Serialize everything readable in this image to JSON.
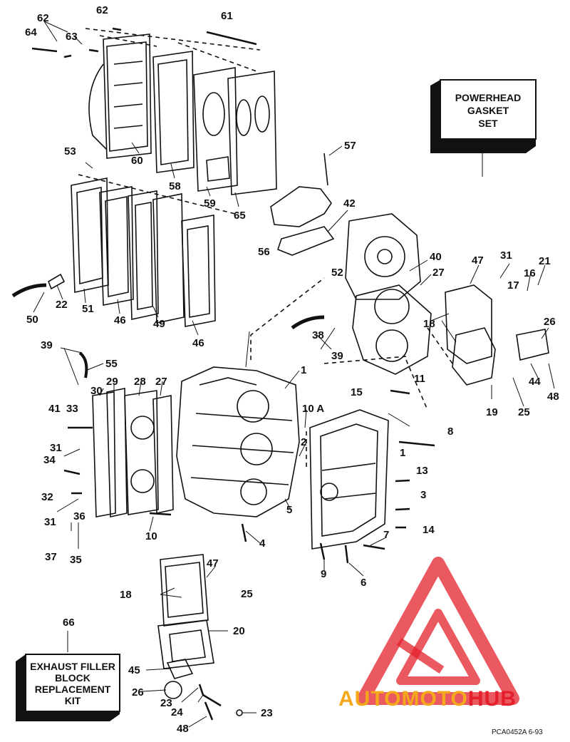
{
  "diagram": {
    "callouts": [
      "62",
      "62",
      "64",
      "63",
      "61",
      "60",
      "58",
      "59",
      "65",
      "53",
      "57",
      "42",
      "56",
      "40",
      "27",
      "52",
      "50",
      "22",
      "51",
      "46",
      "49",
      "46",
      "47",
      "31",
      "16",
      "21",
      "17",
      "26",
      "18",
      "44",
      "48",
      "19",
      "25",
      "38",
      "39",
      "39",
      "55",
      "30",
      "29",
      "28",
      "27",
      "1",
      "10 A",
      "15",
      "11",
      "8",
      "41",
      "33",
      "31",
      "2",
      "1",
      "13",
      "34",
      "3",
      "32",
      "5",
      "31",
      "36",
      "37",
      "35",
      "10",
      "4",
      "7",
      "14",
      "9",
      "6",
      "47",
      "18",
      "25",
      "20",
      "66",
      "45",
      "26",
      "23",
      "24",
      "23",
      "48"
    ],
    "boxes": {
      "powerhead": [
        "POWERHEAD",
        "GASKET",
        "SET"
      ],
      "exhaust": [
        "EXHAUST FILLER",
        "BLOCK",
        "REPLACEMENT",
        "KIT"
      ]
    },
    "watermark": {
      "part1": "AUTOMOTO",
      "part2": "HUB",
      "color1": "#f4a81c",
      "color2": "#e3202b"
    },
    "code": "PCA0452A   6-93"
  }
}
